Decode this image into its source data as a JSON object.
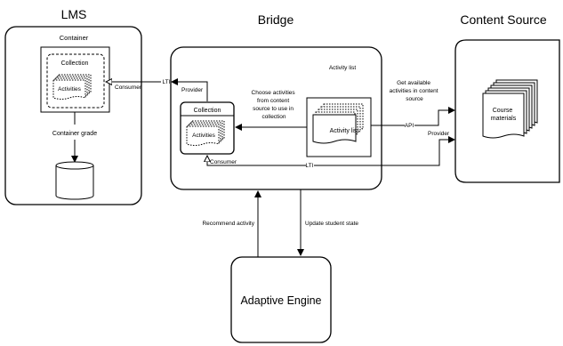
{
  "lms": {
    "title": "LMS",
    "container_label": "Container",
    "collection_label": "Collection",
    "activities_label": "Activities",
    "consumer_label": "Consumer",
    "container_grade_label": "Container grade"
  },
  "bridge": {
    "title": "Bridge",
    "activity_list_header": "Activity list",
    "provider_label": "Provider",
    "collection_label": "Collection",
    "activities_label": "Activities",
    "activity_list_label": "Activity list",
    "consumer_label": "Consumer",
    "choose_line1": "Choose activities",
    "choose_line2": "from content",
    "choose_line3": "source to use in",
    "choose_line4": "collection"
  },
  "content_source": {
    "title": "Content Source",
    "get_line1": "Get available",
    "get_line2": "activities in content",
    "get_line3": "source",
    "api_label": "API",
    "provider_label": "Provider",
    "course_line1": "Course",
    "course_line2": "materials"
  },
  "connections": {
    "lti_top": "LTI",
    "lti_bottom": "LTI",
    "recommend_activity": "Recommend activity",
    "update_student_state": "Update student state"
  },
  "adaptive_engine": {
    "title": "Adaptive Engine"
  }
}
